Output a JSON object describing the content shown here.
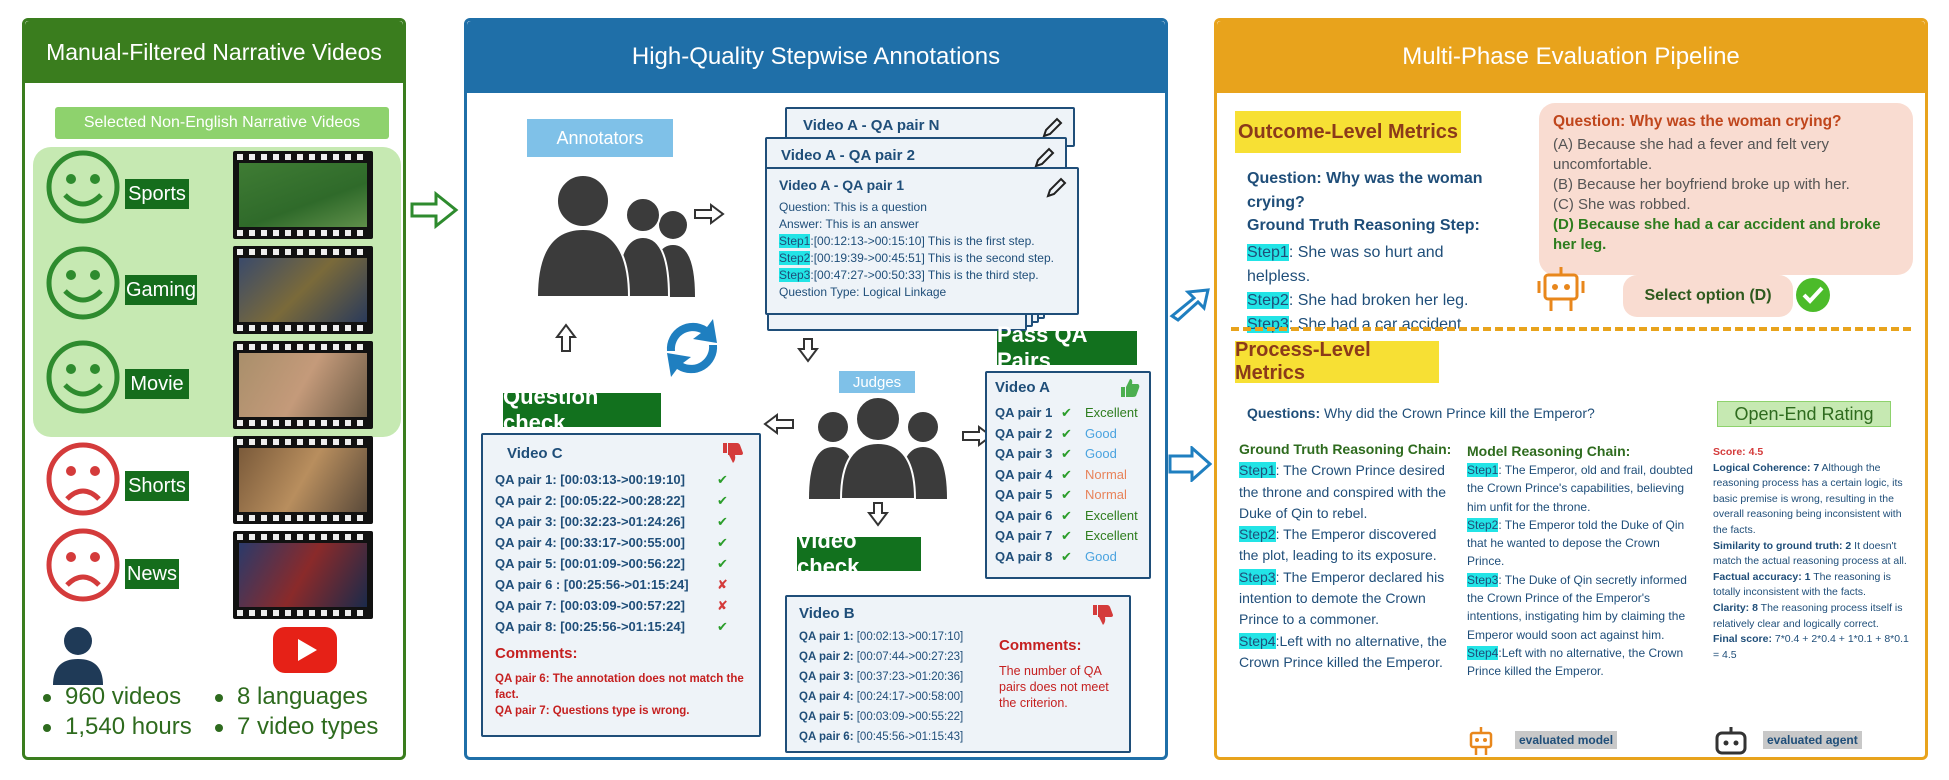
{
  "left": {
    "title": "Manual-Filtered Narrative Videos",
    "selected_label": "Selected Non-English Narrative Videos",
    "categories": [
      "Sports",
      "Gaming",
      "Movie",
      "Shorts",
      "News"
    ],
    "stats": [
      "960 videos",
      "1,540 hours",
      "8 languages",
      "7 video types"
    ],
    "colors": {
      "accent": "#3a7d1e",
      "positive": "#2e8b2e",
      "negative": "#d43b3b"
    }
  },
  "mid": {
    "title": "High-Quality Stepwise Annotations",
    "annotators_label": "Annotators",
    "judges_label": "Judges",
    "qa_stack": [
      "Video A - QA pair N",
      "Video A - QA pair 2"
    ],
    "qa_card": {
      "title": "Video A  - QA pair 1",
      "question": "Question: This is a question",
      "answer": "Answer: This is an answer",
      "steps": [
        {
          "tag": "Step1",
          "text": ":[00:12:13->00:15:10]  This is the first step."
        },
        {
          "tag": "Step2",
          "text": ":[00:19:39->00:45:51] This is the second step."
        },
        {
          "tag": "Step3",
          "text": ":[00:47:27->00:50:33] This is the third step."
        }
      ],
      "qtype": "Question Type: Logical Linkage"
    },
    "question_check": "Question check",
    "pass_qa": "Pass QA Pairs",
    "video_check": "Video check",
    "video_a": {
      "title": "Video A",
      "pairs": [
        {
          "label": "QA pair 1",
          "rating": "Excellent"
        },
        {
          "label": "QA pair 2",
          "rating": "Good"
        },
        {
          "label": "QA pair 3",
          "rating": "Good"
        },
        {
          "label": "QA pair 4",
          "rating": "Normal"
        },
        {
          "label": "QA pair 5",
          "rating": "Normal"
        },
        {
          "label": "QA pair 6",
          "rating": "Excellent"
        },
        {
          "label": "QA pair 7",
          "rating": "Excellent"
        },
        {
          "label": "QA pair 8",
          "rating": "Good"
        }
      ]
    },
    "video_c": {
      "title": "Video C",
      "pairs": [
        {
          "text": "QA pair 1: [00:03:13->00:19:10]",
          "ok": true
        },
        {
          "text": "QA pair 2: [00:05:22->00:28:22]",
          "ok": true
        },
        {
          "text": "QA pair 3: [00:32:23->01:24:26]",
          "ok": true
        },
        {
          "text": "QA pair 4: [00:33:17->00:55:00]",
          "ok": true
        },
        {
          "text": "QA pair 5: [00:01:09->00:56:22]",
          "ok": true
        },
        {
          "text": "QA pair 6 : [00:25:56->01:15:24]",
          "ok": false
        },
        {
          "text": "QA pair 7: [00:03:09->00:57:22]",
          "ok": false
        },
        {
          "text": "QA pair 8: [00:25:56->01:15:24]",
          "ok": true
        }
      ],
      "comments_label": "Comments:",
      "comments": [
        "QA pair 6: The annotation does not match the fact.",
        "QA pair 7: Questions type is wrong."
      ]
    },
    "video_b": {
      "title": "Video B",
      "pairs": [
        {
          "label": "QA pair 1:",
          "time": "[00:02:13->00:17:10]"
        },
        {
          "label": "QA pair 2:",
          "time": "[00:07:44->00:27:23]"
        },
        {
          "label": "QA pair 3:",
          "time": "[00:37:23->01:20:36]"
        },
        {
          "label": "QA pair 4:",
          "time": "[00:24:17->00:58:00]"
        },
        {
          "label": "QA pair 5:",
          "time": "[00:03:09->00:55:22]"
        },
        {
          "label": "QA pair 6:",
          "time": "[00:45:56->01:15:43]"
        }
      ],
      "comments_label": "Comments:",
      "comment": "The number of QA pairs does not meet the criterion."
    }
  },
  "right": {
    "title": "Multi-Phase Evaluation Pipeline",
    "outcome_label": "Outcome-Level Metrics",
    "outcome_question": "Question: Why was the woman crying?",
    "gt_step_label": "Ground Truth Reasoning Step:",
    "gt_steps": [
      {
        "tag": "Step1",
        "text": ": She was so hurt and helpless."
      },
      {
        "tag": "Step2",
        "text": ": She had broken her leg."
      },
      {
        "tag": "Step3",
        "text": ": She had a car accident."
      }
    ],
    "mc_question": "Question: Why was the woman crying?",
    "mc_options": [
      "(A) Because she had a fever and felt very uncomfortable.",
      "(B) Because her boyfriend broke up with her.",
      "(C) She was robbed."
    ],
    "mc_answer": "(D) Because she had a car accident and broke her leg.",
    "select_option": "Select option (D)",
    "process_label": "Process-Level Metrics",
    "process_q_label": "Questions:",
    "process_q": " Why did the Crown Prince kill the Emperor?",
    "open_end": "Open-End Rating",
    "gt_chain_label": "Ground Truth Reasoning Chain:",
    "gt_chain": [
      {
        "tag": "Step1",
        "text": ": The Crown Prince desired the throne and conspired with the Duke of Qin to rebel."
      },
      {
        "tag": "Step2",
        "text": ": The Emperor discovered the plot, leading to its exposure."
      },
      {
        "tag": "Step3",
        "text": ": The Emperor declared his intention to demote the Crown Prince to a commoner."
      },
      {
        "tag": "Step4",
        "text": ":Left with no alternative, the Crown Prince killed the Emperor."
      }
    ],
    "model_chain_label": "Model Reasoning Chain:",
    "model_chain": [
      {
        "tag": "Step1",
        "text": ": The Emperor, old and frail, doubted the Crown Prince's capabilities, believing him unfit for the throne."
      },
      {
        "tag": "Step2",
        "text": ": The Emperor told the Duke of Qin that he wanted  to depose the Crown Prince."
      },
      {
        "tag": "Step3",
        "text": ": The Duke of Qin secretly informed the Crown Prince of the Emperor's intentions, instigating him by claiming the Emperor would soon act against him."
      },
      {
        "tag": "Step4",
        "text": ":Left with no alternative, the Crown Prince killed the Emperor."
      }
    ],
    "rating": {
      "score_label": "Score:",
      "score": "  4.5",
      "items": [
        {
          "k": "Logical Coherence: 7",
          "v": "  Although the reasoning process has a certain logic, its basic premise is wrong, resulting in the overall reasoning being inconsistent with the facts."
        },
        {
          "k": "Similarity to ground truth: 2",
          "v": "  It doesn't match the actual reasoning process at all."
        },
        {
          "k": "Factual accuracy: 1",
          "v": "  The reasoning is totally inconsistent with the facts."
        },
        {
          "k": "Clarity: 8",
          "v": " The reasoning process itself is relatively clear and logically correct."
        },
        {
          "k": "Final score:",
          "v": " 7*0.4 + 2*0.4 + 1*0.1 + 8*0.1 = 4.5"
        }
      ]
    },
    "evaluated_model": "evaluated model",
    "evaluated_agent": "evaluated agent"
  }
}
